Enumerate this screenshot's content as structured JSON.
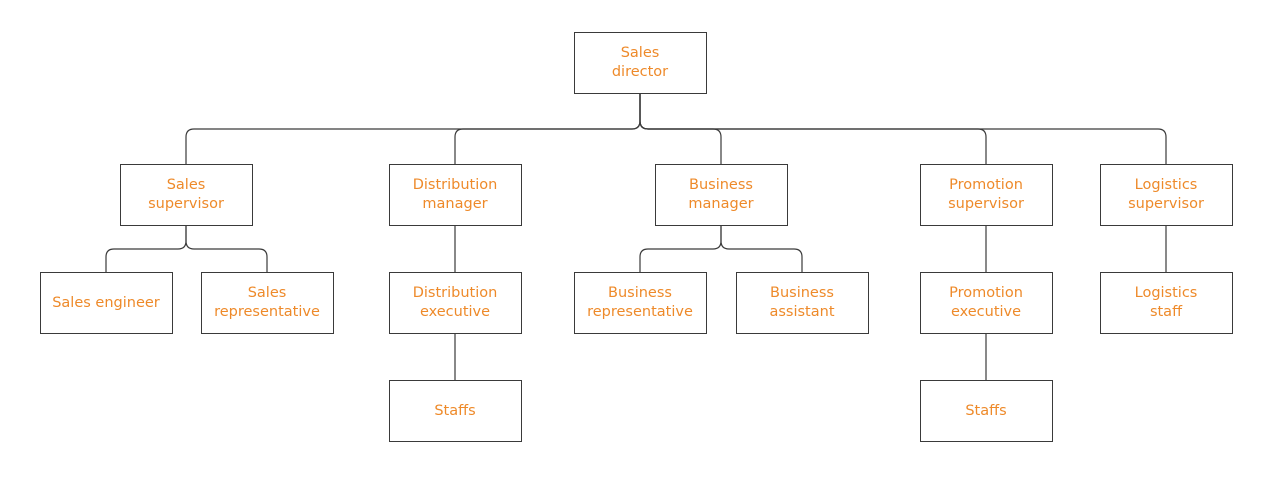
{
  "theme": {
    "text_color": "#ee8a2a",
    "line_color": "#3a3a3a",
    "background": "#ffffff"
  },
  "org_chart": {
    "root": {
      "id": "sales-director",
      "lines": [
        "Sales",
        "director"
      ],
      "children": [
        {
          "id": "sales-supervisor",
          "lines": [
            "Sales",
            "supervisor"
          ],
          "children": [
            {
              "id": "sales-engineer",
              "lines": [
                "Sales engineer"
              ],
              "children": []
            },
            {
              "id": "sales-representative",
              "lines": [
                "Sales",
                "representative"
              ],
              "children": []
            }
          ]
        },
        {
          "id": "distribution-manager",
          "lines": [
            "Distribution",
            "manager"
          ],
          "children": [
            {
              "id": "distribution-executive",
              "lines": [
                "Distribution",
                "executive"
              ],
              "children": [
                {
                  "id": "distribution-staffs",
                  "lines": [
                    "Staffs"
                  ],
                  "children": []
                }
              ]
            }
          ]
        },
        {
          "id": "business-manager",
          "lines": [
            "Business",
            "manager"
          ],
          "children": [
            {
              "id": "business-representative",
              "lines": [
                "Business",
                "representative"
              ],
              "children": []
            },
            {
              "id": "business-assistant",
              "lines": [
                "Business",
                "assistant"
              ],
              "children": []
            }
          ]
        },
        {
          "id": "promotion-supervisor",
          "lines": [
            "Promotion",
            "supervisor"
          ],
          "children": [
            {
              "id": "promotion-executive",
              "lines": [
                "Promotion",
                "executive"
              ],
              "children": [
                {
                  "id": "promotion-staffs",
                  "lines": [
                    "Staffs"
                  ],
                  "children": []
                }
              ]
            }
          ]
        },
        {
          "id": "logistics-supervisor",
          "lines": [
            "Logistics",
            "supervisor"
          ],
          "children": [
            {
              "id": "logistics-staff",
              "lines": [
                "Logistics",
                "staff"
              ],
              "children": []
            }
          ]
        }
      ]
    }
  }
}
